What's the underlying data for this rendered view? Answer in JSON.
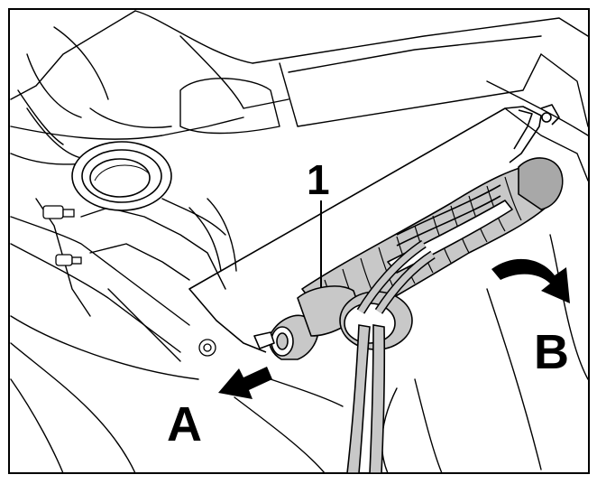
{
  "figure": {
    "callouts": {
      "part_1": "1",
      "direction_a": "A",
      "direction_b": "B"
    },
    "colors": {
      "line": "#000000",
      "fill": "#ffffff",
      "shade": "#c8c8c8",
      "shade_dark": "#a8a8a8"
    },
    "icons": [
      "arrow-a-icon",
      "arrow-b-icon"
    ]
  }
}
